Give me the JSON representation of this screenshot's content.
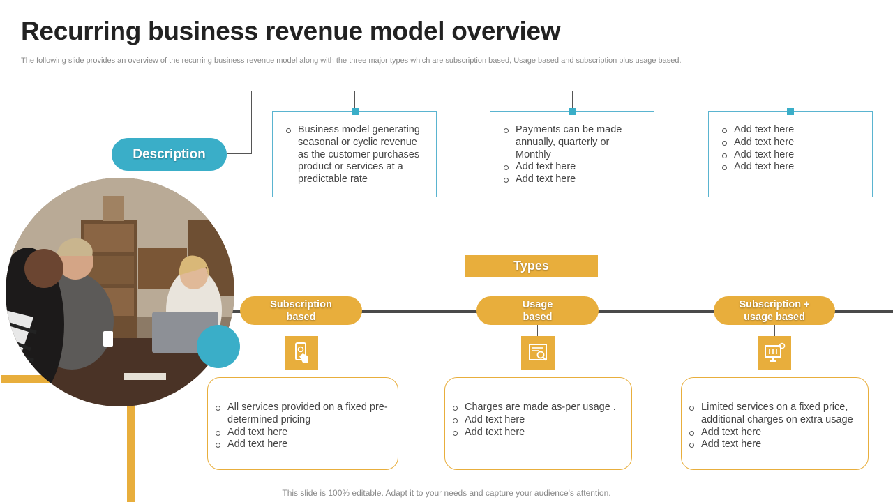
{
  "title": "Recurring business revenue model overview",
  "subtitle": "The following slide provides an overview of the recurring business revenue model along with the three major types which are subscription based, Usage based and subscription plus usage based.",
  "description_label": "Description",
  "description_boxes": [
    {
      "items": [
        "Business model generating seasonal or cyclic revenue as the customer purchases product or services at a predictable rate"
      ]
    },
    {
      "items": [
        "Payments can be made annually, quarterly or Monthly",
        "Add text here",
        "Add text here"
      ]
    },
    {
      "items": [
        "Add text here",
        "Add text here",
        "Add text here",
        "Add text here"
      ]
    }
  ],
  "types_label": "Types",
  "types": [
    {
      "label_lines": [
        "Subscription",
        "based"
      ],
      "icon": "mobile-payment-icon",
      "items": [
        "All services provided on a fixed pre-determined pricing",
        "Add text here",
        "Add text here"
      ]
    },
    {
      "label_lines": [
        "Usage",
        "based"
      ],
      "icon": "usage-report-icon",
      "items": [
        "Charges are made as-per usage .",
        "Add text here",
        "Add text here"
      ]
    },
    {
      "label_lines": [
        "Subscription +",
        "usage based"
      ],
      "icon": "computer-settings-icon",
      "items": [
        "Limited services on a fixed price, additional charges on extra usage",
        "Add text here",
        "Add text here"
      ]
    }
  ],
  "footer": "This slide is 100% editable. Adapt it to your needs and capture your audience's attention.",
  "colors": {
    "accent_teal": "#3aaec8",
    "accent_gold": "#e8ae3c",
    "line": "#555555"
  }
}
